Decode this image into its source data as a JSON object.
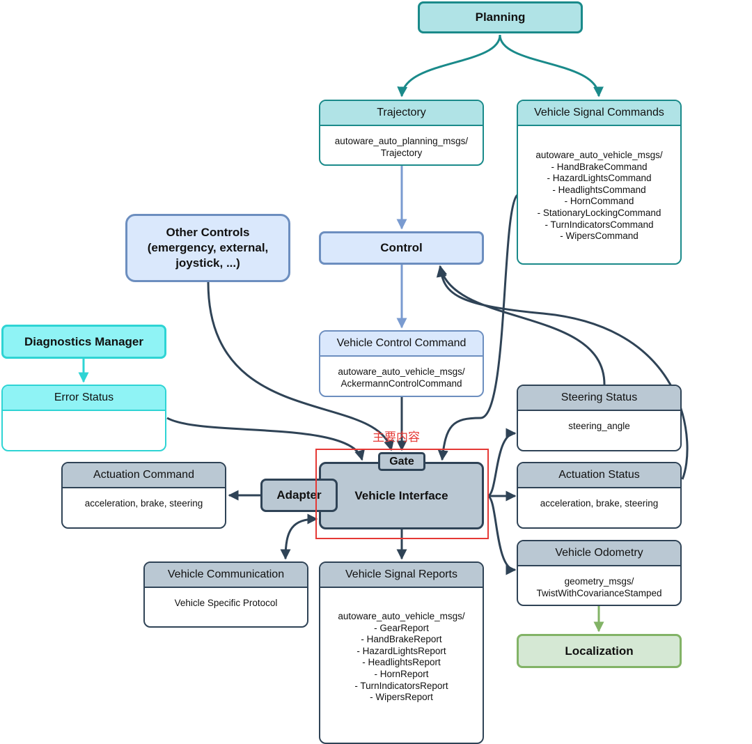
{
  "nodes": {
    "planning": {
      "label": "Planning"
    },
    "trajectory": {
      "title": "Trajectory",
      "body": "autoware_auto_planning_msgs/\nTrajectory"
    },
    "vehicle_signal_commands": {
      "title": "Vehicle Signal Commands",
      "body": "autoware_auto_vehicle_msgs/\n- HandBrakeCommand\n- HazardLightsCommand\n- HeadlightsCommand\n- HornCommand\n- StationaryLockingCommand\n- TurnIndicatorsCommand\n- WipersCommand"
    },
    "other_controls": {
      "label": "Other Controls\n(emergency, external,\njoystick, ...)"
    },
    "control": {
      "label": "Control"
    },
    "diagnostics_manager": {
      "label": "Diagnostics Manager"
    },
    "vehicle_control_command": {
      "title": "Vehicle Control Command",
      "body": "autoware_auto_vehicle_msgs/\nAckermannControlCommand"
    },
    "error_status": {
      "title": "Error Status",
      "body": ""
    },
    "steering_status": {
      "title": "Steering Status",
      "body": "steering_angle"
    },
    "gate": {
      "label": "Gate"
    },
    "actuation_command": {
      "title": "Actuation Command",
      "body": "acceleration, brake, steering"
    },
    "adapter": {
      "label": "Adapter"
    },
    "vehicle_interface": {
      "label": "Vehicle Interface"
    },
    "actuation_status": {
      "title": "Actuation Status",
      "body": "acceleration, brake, steering"
    },
    "vehicle_odometry": {
      "title": "Vehicle Odometry",
      "body": "geometry_msgs/\nTwistWithCovarianceStamped"
    },
    "vehicle_communication": {
      "title": "Vehicle Communication",
      "body": "Vehicle Specific Protocol"
    },
    "vehicle_signal_reports": {
      "title": "Vehicle Signal Reports",
      "body": "autoware_auto_vehicle_msgs/\n- GearReport\n- HandBrakeReport\n- HazardLightsReport\n- HeadlightsReport\n- HornReport\n- TurnIndicatorsReport\n- WipersReport"
    },
    "localization": {
      "label": "Localization"
    }
  },
  "annotation": {
    "text": "主要内容"
  },
  "colors": {
    "teal": "#1a8a8a",
    "blue": "#6c8ebf",
    "slate": "#2f4356",
    "cyan": "#2ed4d4",
    "green": "#82b366",
    "red": "#e53935"
  }
}
